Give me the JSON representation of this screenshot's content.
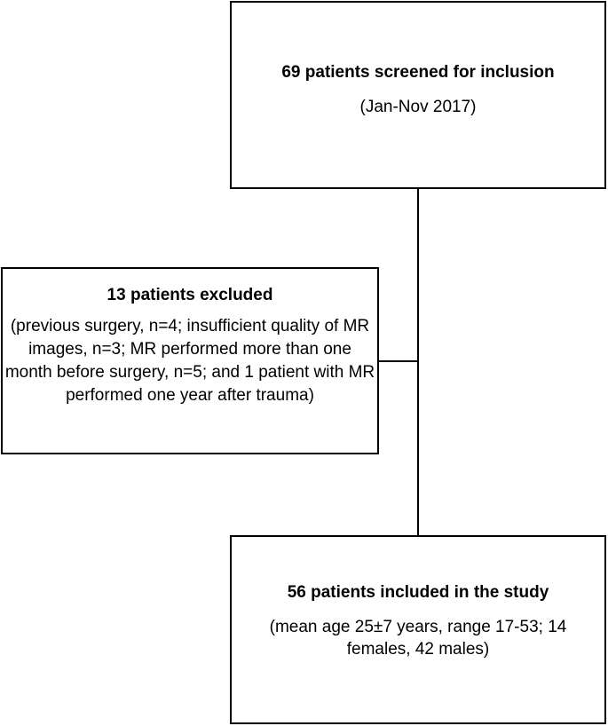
{
  "flowchart": {
    "screened": {
      "title": "69 patients screened for inclusion",
      "detail": "(Jan-Nov 2017)"
    },
    "excluded": {
      "title": "13 patients excluded",
      "detail": "(previous surgery, n=4; insufficient quality of MR images, n=3;  MR performed more than one month before surgery, n=5; and 1 patient with MR performed one year after trauma)"
    },
    "included": {
      "title": "56 patients included in the study",
      "detail": "(mean age 25±7 years, range 17-53; 14 females, 42 males)"
    }
  },
  "colors": {
    "line": "#000000",
    "box_border": "#000000",
    "background": "#ffffff"
  }
}
